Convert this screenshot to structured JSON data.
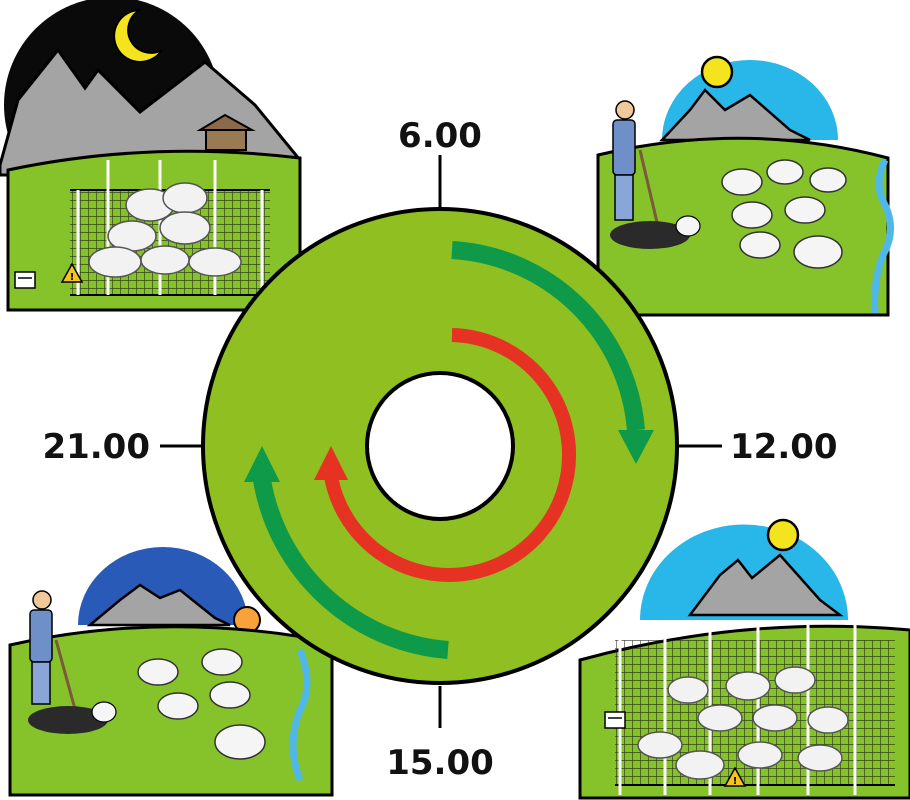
{
  "times": {
    "top": "6.00",
    "right": "12.00",
    "bottom": "15.00",
    "left": "21.00"
  },
  "colors": {
    "pasture": "#8fbf21",
    "grass_panel": "#86c22a",
    "night_sky": "#0a0a0a",
    "day_sky": "#29b6e8",
    "dusk_sky": "#2a5ab8",
    "mountain": "#a4a4a4",
    "sun": "#f3e41e",
    "setting_sun": "#f7a23a",
    "moon": "#f3e41e",
    "green_arrow": "#0f9a4a",
    "red_arrow": "#e53222",
    "river": "#4fb8e8"
  },
  "scenes": {
    "night": "night-pen-scene",
    "morning": "morning-herding-scene",
    "midday": "midday-pen-scene",
    "evening": "evening-herding-scene"
  },
  "icons": {
    "moon": "crescent-moon-icon",
    "sun": "sun-icon",
    "warning": "electric-fence-warning-icon",
    "energizer": "fence-energizer-icon"
  }
}
